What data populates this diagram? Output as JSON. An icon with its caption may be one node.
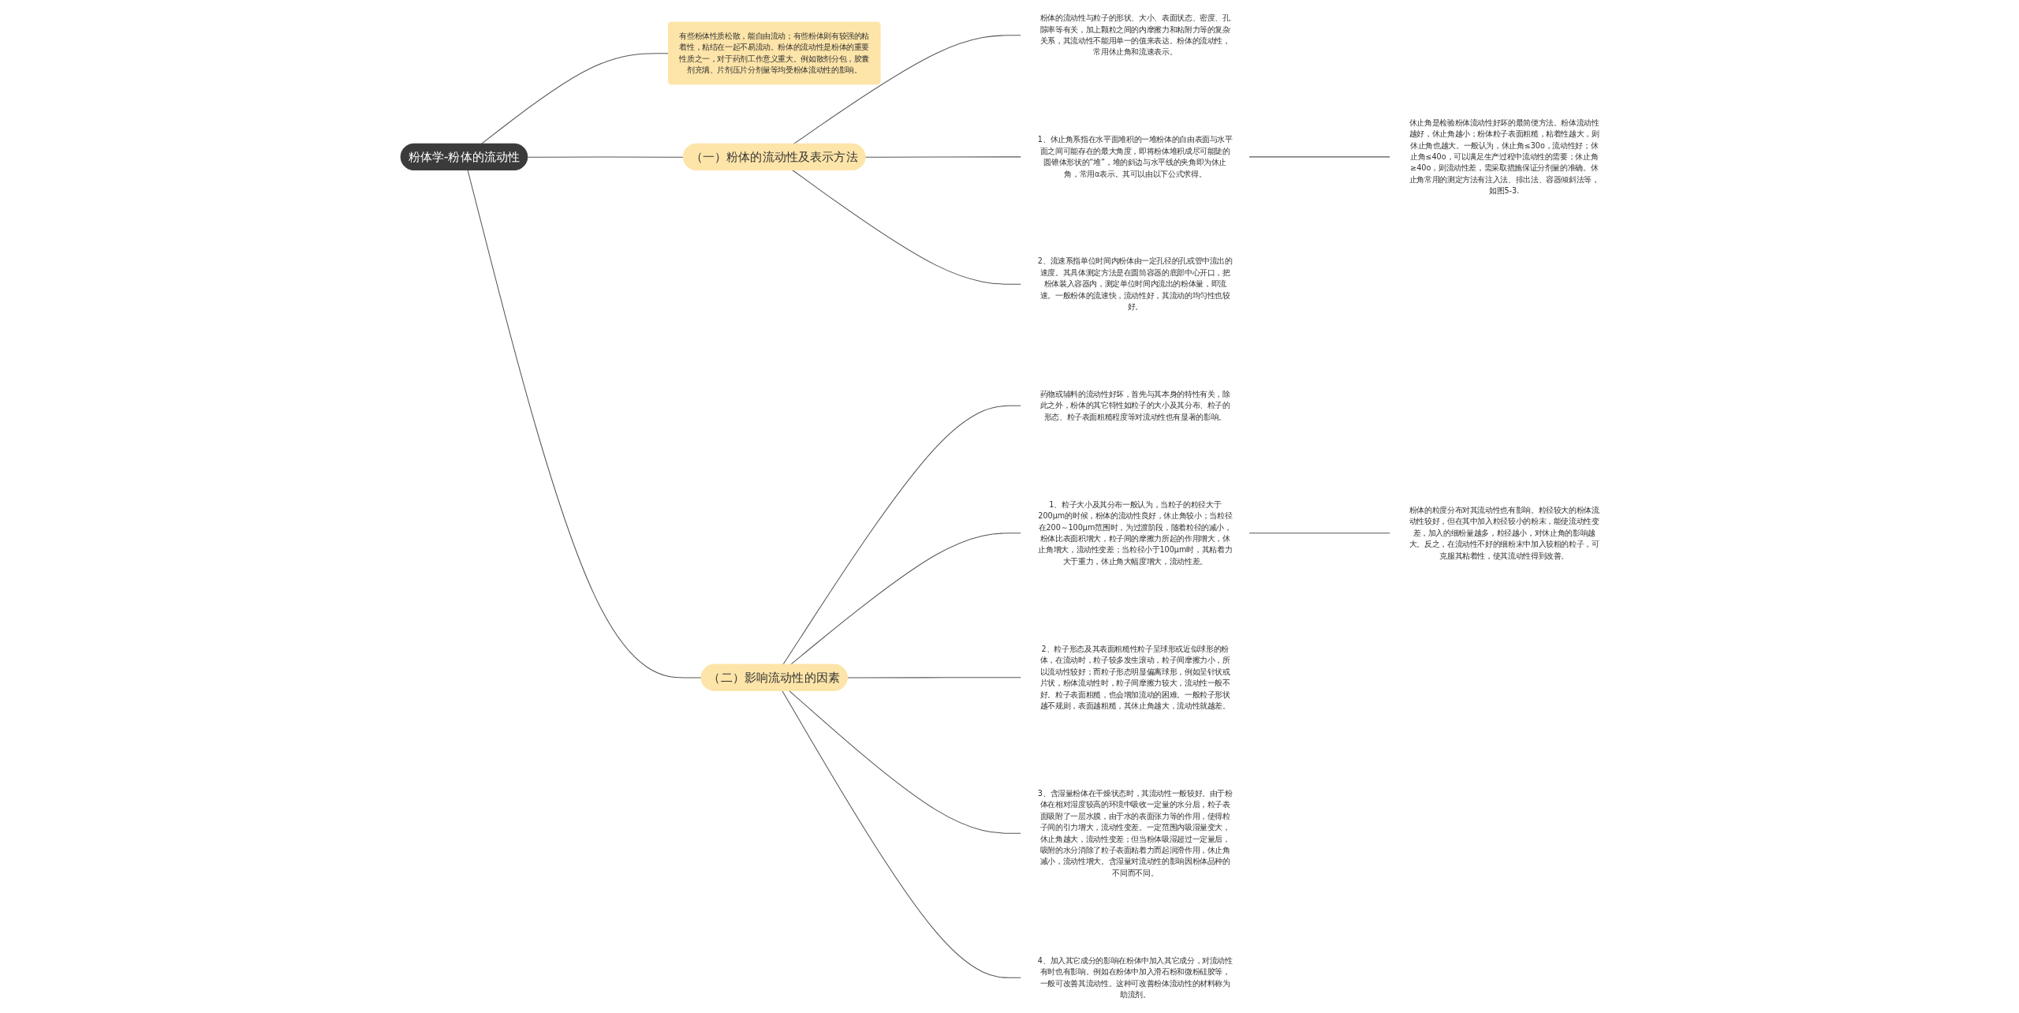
{
  "diagram": {
    "nodes": [
      {
        "text": [
          "粉体学-粉体的流动性"
        ]
      },
      {
        "text": [
          "有些粉体性质松散，能自由流动；有些粉体则有较强的粘着性，粘结在一起不易流动。粉体的流动性是粉体的重要性质之一，对于药剂工作意义重大。例如散剂分包，胶囊剂充填、片剂压片分剂量等均受粉体流动性的影响。"
        ]
      },
      {
        "text": [
          "（一）粉体的流动性及表示方法"
        ]
      },
      {
        "text": [
          "粉体的流动性与粒子的形状、大小、表面状态、密度、孔隙率等有关，加上颗粒之间的内摩擦力和粘附力等的复杂关系，其流动性不能用单一的值来表达。粉体的流动性，常用休止角和流速表示。"
        ]
      },
      {
        "text": [
          "1、休止角系指在水平面堆积的一堆粉体的自由表面与水平面之间可能存在的最大角度，即将粉体堆积成尽可能陡的圆锥体形状的“堆”，堆的斜边与水平线的夹角即为休止角，常用α表示。其可以由以下公式求得。"
        ]
      },
      {
        "text": [
          "2、流速系指单位时间内粉体由一定孔径的孔或管中流出的速度。其具体测定方法是在圆筒容器的底部中心开口，把粉体装入容器内，测定单位时间内流出的粉体量，即流速。一般粉体的流速快，流动性好，其流动的均匀性也较好。"
        ]
      },
      {
        "text": [
          "休止角是检验粉体流动性好坏的最简便方法。粉体流动性越好，休止角越小；粉体粒子表面粗糙，粘着性越大，则休止角也越大。一般认为，休止角≤30o，流动性好；休止角≤40o，可以满足生产过程中流动性的需要；休止角≥40o，则流动性差，需采取措施保证分剂量的准确。休止角常用的测定方法有注入法、排出法、容器倾斜法等，如图5-3."
        ]
      },
      {
        "text": [
          "（二）影响流动性的因素"
        ]
      },
      {
        "text": [
          "药物或辅料的流动性好坏，首先与其本身的特性有关，除此之外，粉体的其它特性如粒子的大小及其分布、粒子的形态、粒子表面粗糙程度等对流动性也有显著的影响。"
        ]
      },
      {
        "text": [
          "1、粒子大小及其分布一般认为，当粒子的粒径大于200μm的时候，粉体的流动性良好，休止角较小；当粒径在200～100μm范围时，为过渡阶段，随着粒径的减小，粉体比表面积增大，粒子间的摩擦力所起的作用增大，休止角增大，流动性变差；当粒径小于100μm时，其粘着力大于重力，休止角大幅度增大，流动性差。"
        ]
      },
      {
        "text": [
          "粉体的粒度分布对其流动性也有影响。粒径较大的粉体流动性较好，但在其中加入粒径较小的粉末，能使流动性变差，加入的细粉量越多，粒径越小，对休止角的影响越大。反之，在流动性不好的细粉末中加入较粗的粒子，可克服其粘着性，使其流动性得到改善。"
        ]
      },
      {
        "text": [
          "2、粒子形态及其表面粗糙性粒子呈球形或近似球形的粉体，在流动时，粒子较多发生滚动，粒子间摩擦力小，所以流动性较好；而粒子形态明显偏离球形，例如呈针状或片状，粉体流动性时，粒子间摩擦力较大，流动性一般不好。粒子表面粗糙，也会增加流动的困难。一般粒子形状越不规则，表面越粗糙，其休止角越大，流动性就越差。"
        ]
      },
      {
        "text": [
          "3、含湿量粉体在干燥状态时，其流动性一般较好。由于粉体在相对湿度较高的环境中吸收一定量的水分后，粒子表面吸附了一层水膜，由于水的表面张力等的作用，使得粒子间的引力增大，流动性变差。一定范围内吸湿量变大，休止角越大，流动性变差；但当粉体吸湿超过一定量后，吸附的水分消除了粒子表面粘着力而起润滑作用，休止角减小，流动性增大。含湿量对流动性的影响因粉体品种的不同而不同。"
        ]
      },
      {
        "text": [
          "4、加入其它成分的影响在粉体中加入其它成分，对流动性有时也有影响。例如在粉体中加入滑石粉和微粉硅胶等，一般可改善其流动性。这种可改善粉体流动性的材料称为助流剂。"
        ]
      }
    ],
    "edges": [
      {
        "from": 0,
        "to": 1,
        "arrow": "none"
      },
      {
        "from": 0,
        "to": 2,
        "arrow": "none"
      },
      {
        "from": 2,
        "to": 3,
        "arrow": "none"
      },
      {
        "from": 2,
        "to": 4,
        "arrow": "none"
      },
      {
        "from": 2,
        "to": 5,
        "arrow": "none"
      },
      {
        "from": 4,
        "to": 6,
        "arrow": "none"
      },
      {
        "from": 0,
        "to": 7,
        "arrow": "none"
      },
      {
        "from": 7,
        "to": 8,
        "arrow": "none"
      },
      {
        "from": 7,
        "to": 9,
        "arrow": "none"
      },
      {
        "from": 9,
        "to": 10,
        "arrow": "none"
      },
      {
        "from": 7,
        "to": 11,
        "arrow": "none"
      },
      {
        "from": 7,
        "to": 12,
        "arrow": "none"
      },
      {
        "from": 7,
        "to": 13,
        "arrow": "none"
      }
    ]
  }
}
